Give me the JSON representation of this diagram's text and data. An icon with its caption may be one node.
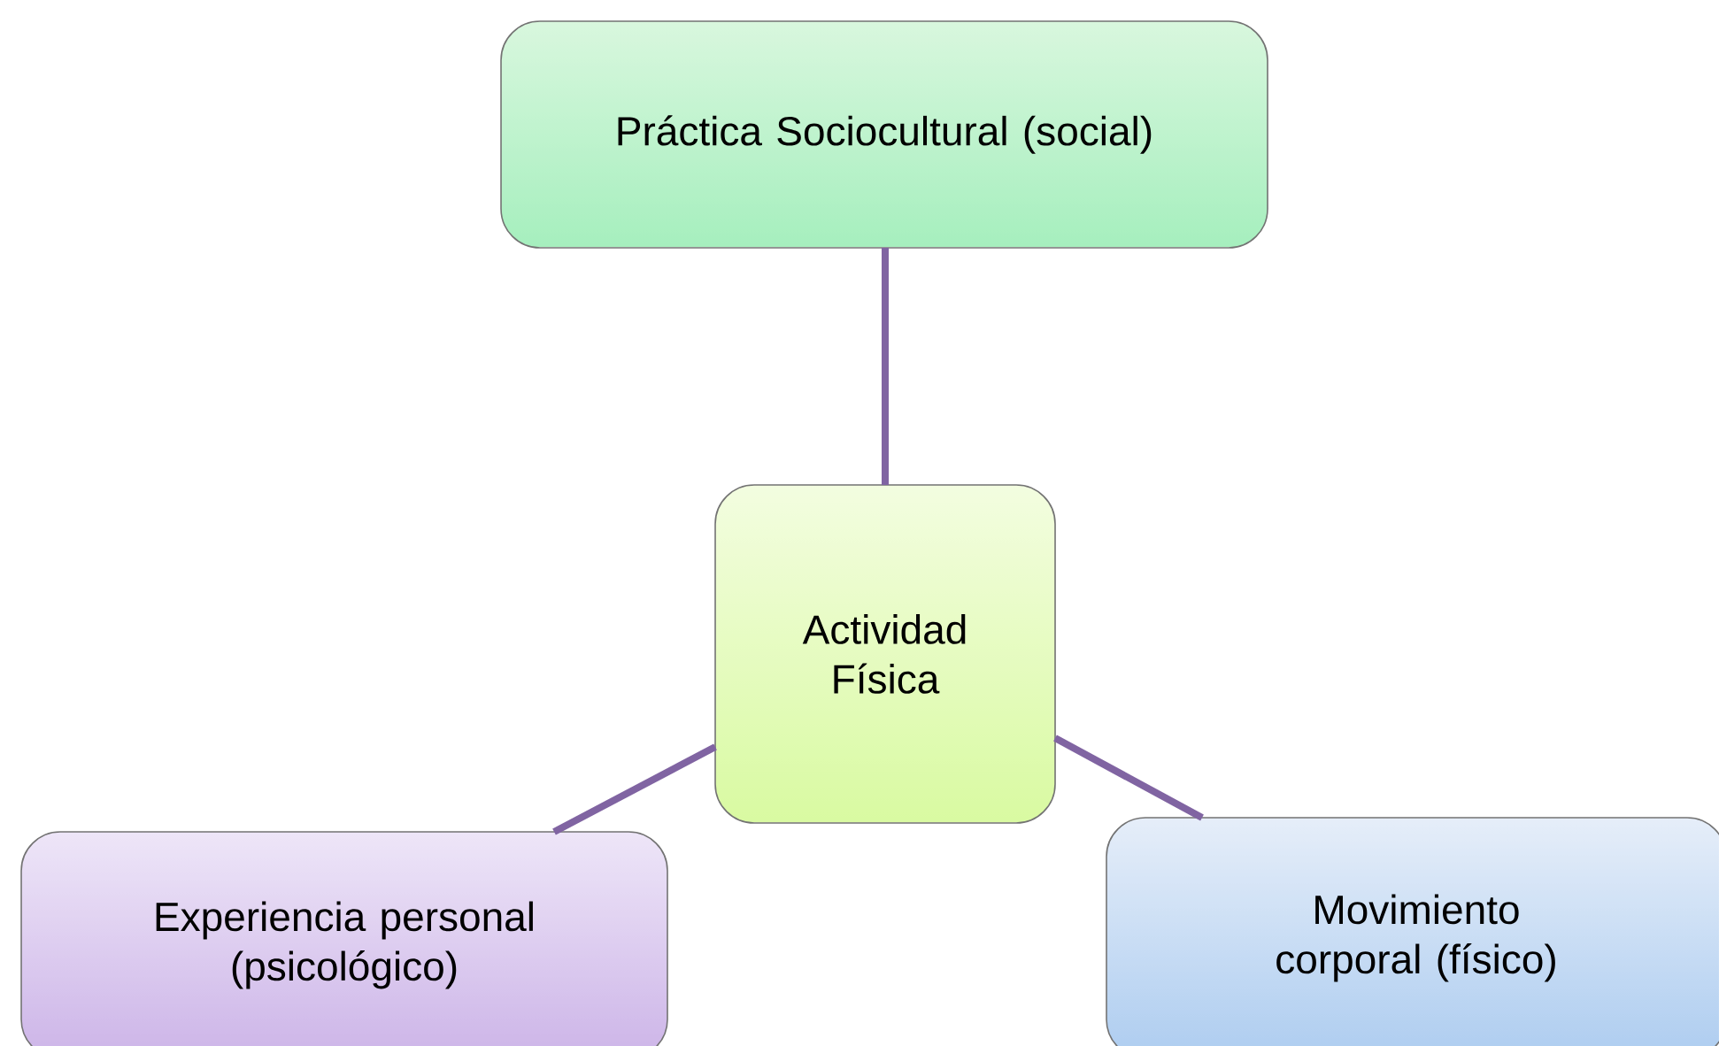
{
  "diagram": {
    "nodes": [
      {
        "text": [
          "Práctica Sociocultural (social)"
        ]
      },
      {
        "text": [
          "Actividad Física"
        ]
      },
      {
        "text": [
          "Experiencia personal (psicológico)"
        ]
      },
      {
        "text": [
          "Movimiento corporal (físico)"
        ]
      }
    ],
    "edges": [
      {
        "from": 0,
        "to": 1,
        "arrow": "none"
      },
      {
        "from": 1,
        "to": 2,
        "arrow": "none"
      },
      {
        "from": 1,
        "to": 3,
        "arrow": "none"
      }
    ]
  }
}
